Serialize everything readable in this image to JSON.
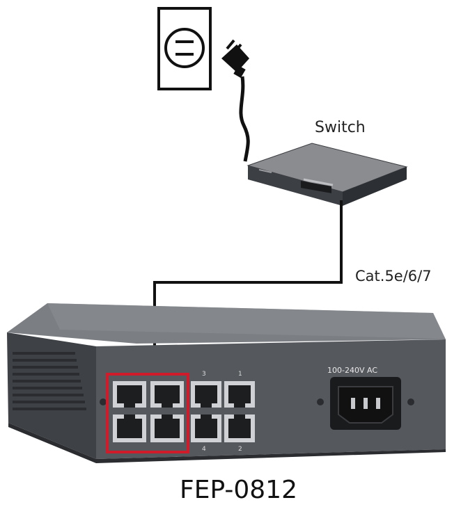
{
  "labels": {
    "switch": "Switch",
    "cable": "Cat.5e/6/7",
    "model": "FEP-0812",
    "power_rating": "100-240V AC",
    "port_numbers": [
      "3",
      "1",
      "4",
      "2"
    ]
  },
  "icons": {
    "outlet": "wall-outlet-icon",
    "plug": "power-plug-icon",
    "switch": "network-switch-icon",
    "device": "poe-switch-device",
    "power_socket": "iec-power-socket-icon"
  },
  "colors": {
    "highlight": "#d01c2a",
    "device_body": "#4a4d52",
    "device_top": "#6a6d72",
    "cable": "#111111"
  }
}
